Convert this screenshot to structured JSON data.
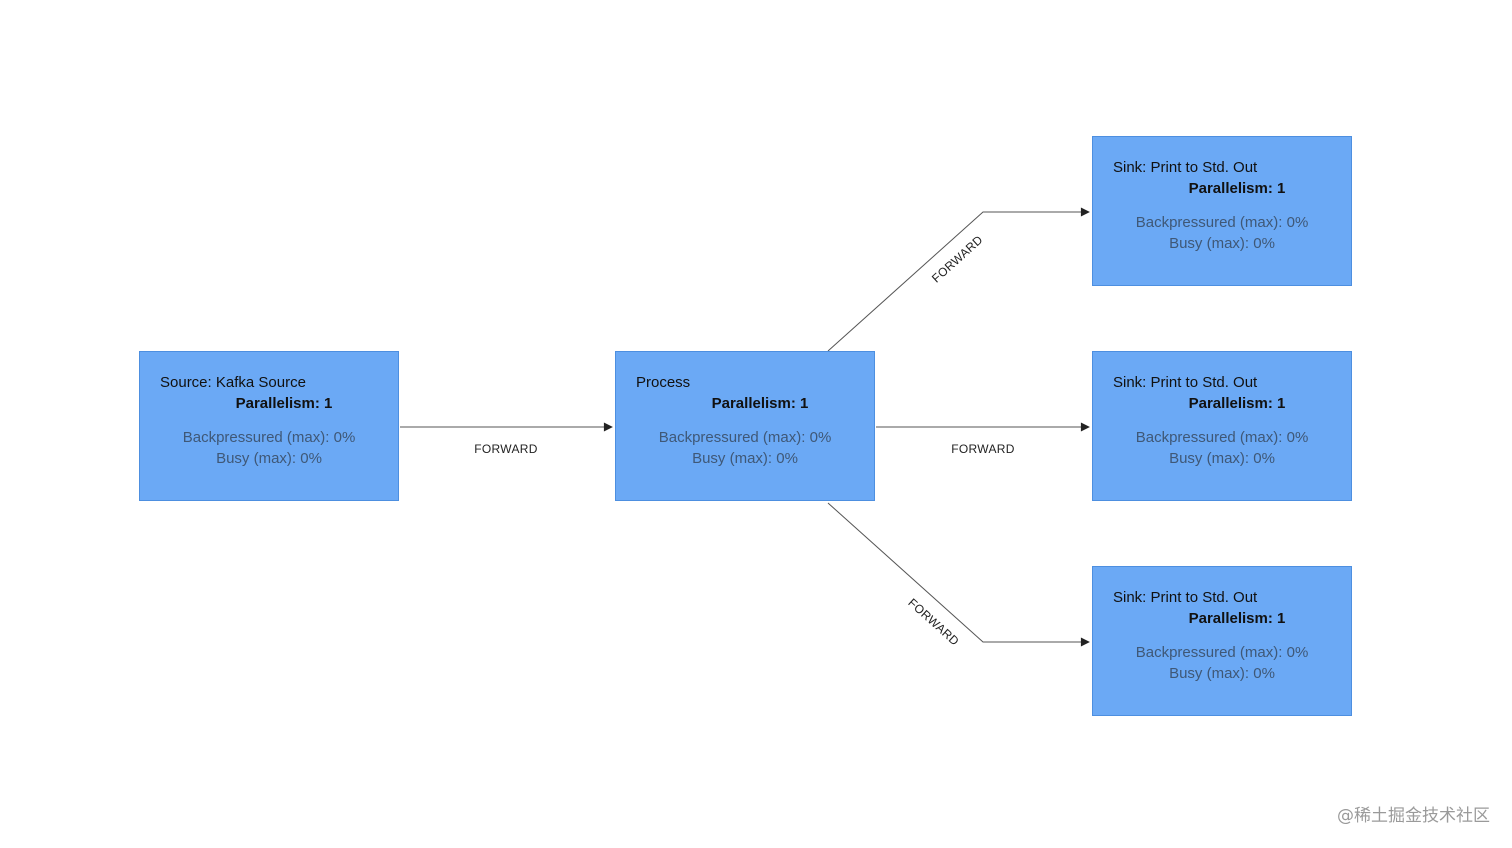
{
  "nodes": [
    {
      "id": "source",
      "title": "Source: Kafka Source",
      "parallelism": "Parallelism: 1",
      "backpressured": "Backpressured (max): 0%",
      "busy": "Busy (max): 0%"
    },
    {
      "id": "process",
      "title": "Process",
      "parallelism": "Parallelism: 1",
      "backpressured": "Backpressured (max): 0%",
      "busy": "Busy (max): 0%"
    },
    {
      "id": "sink1",
      "title": "Sink: Print to Std. Out",
      "parallelism": "Parallelism: 1",
      "backpressured": "Backpressured (max): 0%",
      "busy": "Busy (max): 0%"
    },
    {
      "id": "sink2",
      "title": "Sink: Print to Std. Out",
      "parallelism": "Parallelism: 1",
      "backpressured": "Backpressured (max): 0%",
      "busy": "Busy (max): 0%"
    },
    {
      "id": "sink3",
      "title": "Sink: Print to Std. Out",
      "parallelism": "Parallelism: 1",
      "backpressured": "Backpressured (max): 0%",
      "busy": "Busy (max): 0%"
    }
  ],
  "edges": [
    {
      "from": "source",
      "to": "process",
      "label": "FORWARD"
    },
    {
      "from": "process",
      "to": "sink1",
      "label": "FORWARD"
    },
    {
      "from": "process",
      "to": "sink2",
      "label": "FORWARD"
    },
    {
      "from": "process",
      "to": "sink3",
      "label": "FORWARD"
    }
  ],
  "watermark": "@稀土掘金技术社区",
  "colors": {
    "node_fill": "#6ba9f5",
    "node_border": "#4d8fe0",
    "metric_text": "#3f5877",
    "edge": "#555555"
  }
}
